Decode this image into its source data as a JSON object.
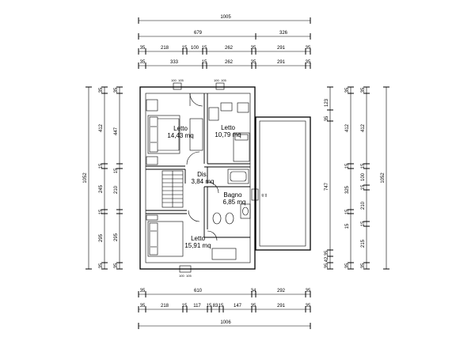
{
  "top_dims": {
    "row1": [
      "1005"
    ],
    "row2": [
      "679",
      "326"
    ],
    "row3": [
      "35",
      "218",
      "15",
      "100",
      "15",
      "262",
      "35",
      "291",
      "35"
    ],
    "row4": [
      "35",
      "333",
      "15",
      "262",
      "35",
      "291",
      "35"
    ]
  },
  "bottom_dims": {
    "row1": [
      "35",
      "610",
      "34",
      "292",
      "35"
    ],
    "row2": [
      "35",
      "218",
      "15",
      "117",
      "15",
      "83",
      "15",
      "147",
      "35",
      "291",
      "35"
    ],
    "row3": [
      "1006"
    ]
  },
  "left_dims": {
    "outer": [
      "1052"
    ],
    "middle": [
      "35",
      "447",
      "15",
      "210",
      "295",
      "35"
    ],
    "inner": [
      "35",
      "412",
      "15",
      "245",
      "15",
      "295",
      "35"
    ]
  },
  "right_dims": {
    "col1": [
      "123",
      "35",
      "747",
      "35",
      "42",
      "35"
    ],
    "col2": [
      "35",
      "412",
      "15",
      "15",
      "325",
      "15",
      "35"
    ],
    "col3": [
      "35",
      "412",
      "15",
      "100",
      "15",
      "210",
      "15",
      "215",
      "35"
    ],
    "col4": [
      "1052"
    ]
  },
  "window_labels": {
    "top_left": "100",
    "top_left_2": "105",
    "top_right": "100",
    "top_right_2": "105",
    "bottom": "100",
    "bottom_2": "105",
    "right": "40",
    "right_2": "44"
  },
  "rooms": {
    "letto1": {
      "name": "Letto",
      "area": "14,43 mq"
    },
    "letto2": {
      "name": "Letto",
      "area": "10,79 mq"
    },
    "dis": {
      "name": "Dis.",
      "area": "3,84 mq"
    },
    "bagno": {
      "name": "Bagno",
      "area": "6,85 mq"
    },
    "letto3": {
      "name": "Letto",
      "area": "15,91 mq"
    }
  }
}
